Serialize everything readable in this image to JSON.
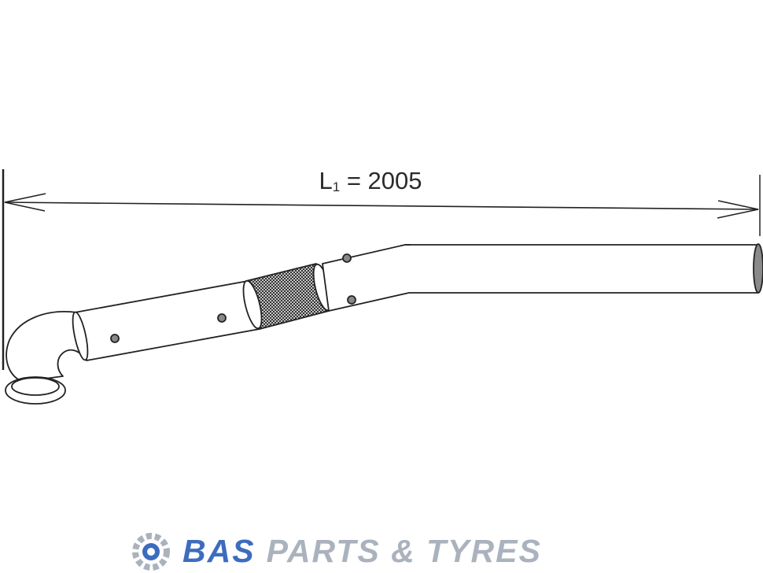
{
  "dimension": {
    "symbol": "L",
    "subscript": "1",
    "equals": "=",
    "value": "2005"
  },
  "logo": {
    "brand": "BAS",
    "rest": "PARTS & TYRES",
    "brand_color": "#3d6cbf",
    "rest_color": "#aab2bd"
  },
  "parts": {
    "icons": [
      "exhaust-pipe-icon",
      "flex-hose-icon",
      "elbow-bend-icon",
      "rivet-icon",
      "gear-logo-icon"
    ]
  }
}
